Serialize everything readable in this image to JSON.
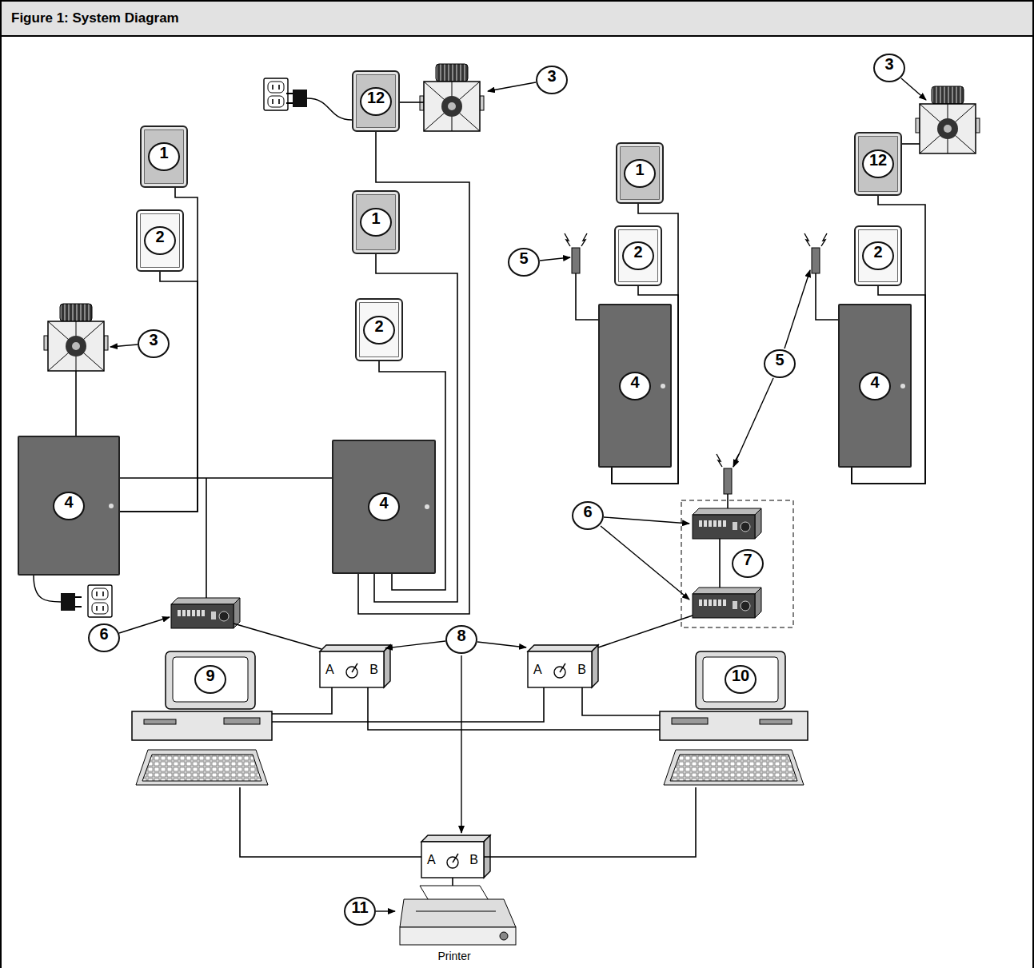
{
  "diagram": {
    "title": "Figure 1: System Diagram",
    "nodes": [
      {
        "text": [
          "1"
        ]
      },
      {
        "text": [
          "2"
        ]
      },
      {
        "text": [
          "12"
        ]
      },
      {
        "text": [
          "1"
        ]
      },
      {
        "text": [
          "2"
        ]
      },
      {
        "text": [
          "4"
        ]
      },
      {
        "text": [
          "4"
        ]
      },
      {
        "text": [
          "1"
        ]
      },
      {
        "text": [
          "2"
        ]
      },
      {
        "text": [
          "4"
        ]
      },
      {
        "text": [
          "12"
        ]
      },
      {
        "text": [
          "2"
        ]
      },
      {
        "text": [
          "4"
        ]
      },
      {
        "text": [
          "A",
          "B"
        ]
      },
      {
        "text": [
          "A",
          "B"
        ]
      },
      {
        "text": [
          "A",
          "B"
        ]
      },
      {
        "text": [
          "9"
        ]
      },
      {
        "text": [
          "10"
        ]
      }
    ],
    "edges": [
      {
        "from": 0,
        "to": 5,
        "arrow": "none"
      },
      {
        "from": 1,
        "to": 5,
        "arrow": "none"
      },
      {
        "from": 5,
        "to": 6,
        "arrow": "none"
      },
      {
        "from": 2,
        "to": 6,
        "arrow": "none"
      },
      {
        "from": 3,
        "to": 6,
        "arrow": "none"
      },
      {
        "from": 4,
        "to": 6,
        "arrow": "none"
      },
      {
        "from": 7,
        "to": 9,
        "arrow": "none"
      },
      {
        "from": 8,
        "to": 9,
        "arrow": "none"
      },
      {
        "from": 10,
        "to": 12,
        "arrow": "none"
      },
      {
        "from": 11,
        "to": 12,
        "arrow": "none"
      },
      {
        "from": 13,
        "to": 16,
        "arrow": "none"
      },
      {
        "from": 13,
        "to": 17,
        "arrow": "none"
      },
      {
        "from": 14,
        "to": 16,
        "arrow": "none"
      },
      {
        "from": 14,
        "to": 17,
        "arrow": "none"
      },
      {
        "from": 15,
        "to": 16,
        "arrow": "none"
      },
      {
        "from": 15,
        "to": 17,
        "arrow": "none"
      }
    ],
    "labels": [
      "3",
      "3",
      "3",
      "5",
      "5",
      "6",
      "7",
      "8",
      "6",
      "11",
      "Printer"
    ]
  }
}
